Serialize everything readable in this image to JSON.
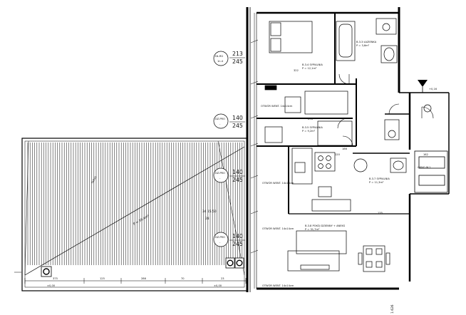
{
  "sections": [
    {
      "code": "213",
      "height": "245",
      "tag": "DŁ.RG",
      "sub": "1n.4"
    },
    {
      "code": "140",
      "height": "245",
      "tag": "DZ.PRO",
      "sub": "-"
    },
    {
      "code": "140",
      "height": "245",
      "tag": "DZ.PRO",
      "sub": "-"
    },
    {
      "code": "140",
      "height": "245",
      "tag": "DZ.PRO",
      "sub": "-"
    }
  ],
  "rooms": [
    {
      "lines": [
        "B.3.4 SYPIALNIA",
        "P = 12,1m²"
      ]
    },
    {
      "lines": [
        "B.3.5 SYPIALNIA",
        "P = 9,2m²"
      ]
    },
    {
      "lines": [
        "B.3.7 SYPIALNIA",
        "P = 11,3m²"
      ]
    },
    {
      "lines": [
        "B.3.8 POKÓJ DZIENNY + ANEKS",
        "P = 31,7m²"
      ]
    },
    {
      "lines": [
        "B.3.3 ŁAZIENKA",
        "P = 3,6m²"
      ]
    },
    {
      "lines": [
        "OKNO W.1"
      ]
    }
  ],
  "window_notes": [
    "OTWÓR WENT. 14x14cm",
    "OTWÓR WENT. 14x14cm",
    "OTWÓR WENT. 14x14cm",
    "OTWÓR WENT. 14x14cm"
  ],
  "dimensions": {
    "bottom": [
      "375",
      "125",
      "286",
      "70",
      "23"
    ],
    "terrace_main": "34 15.50",
    "terrace_sub": "28",
    "inner": [
      "322",
      "296",
      "186",
      "135",
      "120"
    ],
    "right": [
      "162",
      "+0,16",
      "1.626"
    ]
  },
  "stair_mark": "±0,00",
  "balcony": {
    "label": "TARAS",
    "note": "P = 39,4m²"
  }
}
